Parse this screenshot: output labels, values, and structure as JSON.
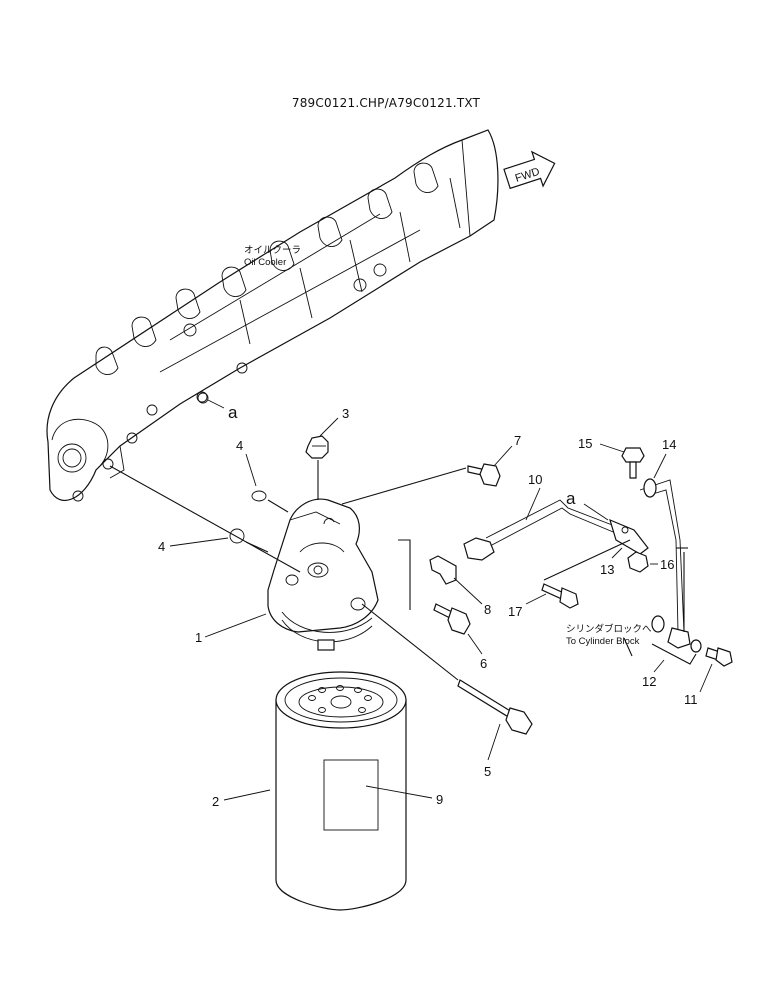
{
  "header": {
    "filename": "789C0121.CHP/A79C0121.TXT"
  },
  "labels": {
    "oil_cooler_jp": "オイルクーラ",
    "oil_cooler_en": "Oil Cooler",
    "cylinder_block_jp": "シリンダブロックへ",
    "cylinder_block_en": "To Cylinder Block",
    "fwd": "FWD",
    "ref_a": "a"
  },
  "part_numbers": [
    "1",
    "2",
    "3",
    "4",
    "4",
    "5",
    "6",
    "7",
    "8",
    "9",
    "10",
    "11",
    "12",
    "13",
    "14",
    "15",
    "16",
    "17"
  ]
}
